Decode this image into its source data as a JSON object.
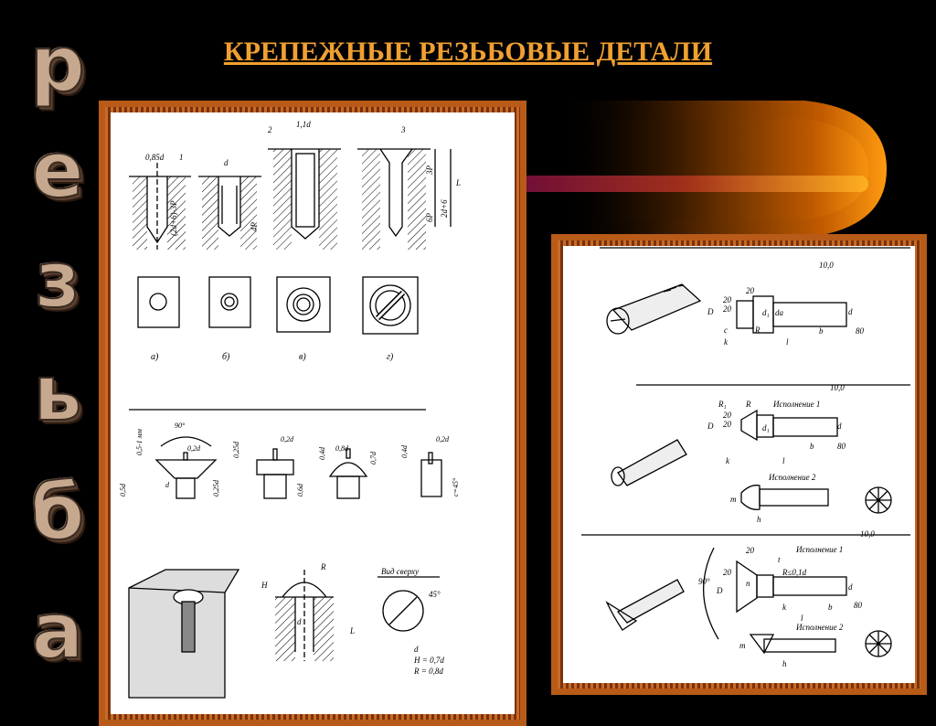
{
  "title": "КРЕПЕЖНЫЕ РЕЗЬБОВЫЕ ДЕТАЛИ",
  "side_letters": [
    "р",
    "е",
    "з",
    "ь",
    "б",
    "а"
  ],
  "left_drawing": {
    "top_labels": [
      "0,85d",
      "1",
      "d",
      "2",
      "1,1d",
      "3",
      "(2d+6)-3P",
      "4P",
      "3P",
      "L",
      "2d+6",
      "6P"
    ],
    "view_labels": [
      "а)",
      "б)",
      "в)",
      "г)"
    ],
    "heads_labels": [
      "90°",
      "0,5-1 мм",
      "0,2d",
      "0,5d",
      "d",
      "0,25d",
      "0,25d",
      "0,2d",
      "0,6d",
      "0,4d",
      "0,8d",
      "0,7d",
      "0,2d",
      "0,4d",
      "c=45°"
    ],
    "bottom_labels": [
      "R",
      "H",
      "d",
      "L",
      "Вид сверху",
      "45°",
      "d",
      "H = 0,7d",
      "R = 0,8d"
    ]
  },
  "right_drawing": {
    "section1": {
      "roughness": "10,0",
      "labels": [
        "20",
        "20",
        "20",
        "D",
        "d",
        "d₁",
        "dа",
        "R",
        "c",
        "k",
        "l",
        "b",
        "80"
      ]
    },
    "section2": {
      "roughness": "10,0",
      "variant1": "Исполнение 1",
      "variant2": "Исполнение 2",
      "labels": [
        "R₁",
        "R",
        "20",
        "20",
        "D",
        "d",
        "d₁",
        "b",
        "k",
        "l",
        "80",
        "m",
        "h"
      ]
    },
    "section3": {
      "roughness": "10,0",
      "variant1": "Исполнение 1",
      "variant2": "Исполнение 2",
      "labels": [
        "20",
        "t",
        "R≤0,1d",
        "90°",
        "20",
        "n",
        "D",
        "d",
        "k",
        "l",
        "b",
        "80",
        "m",
        "h"
      ]
    }
  }
}
